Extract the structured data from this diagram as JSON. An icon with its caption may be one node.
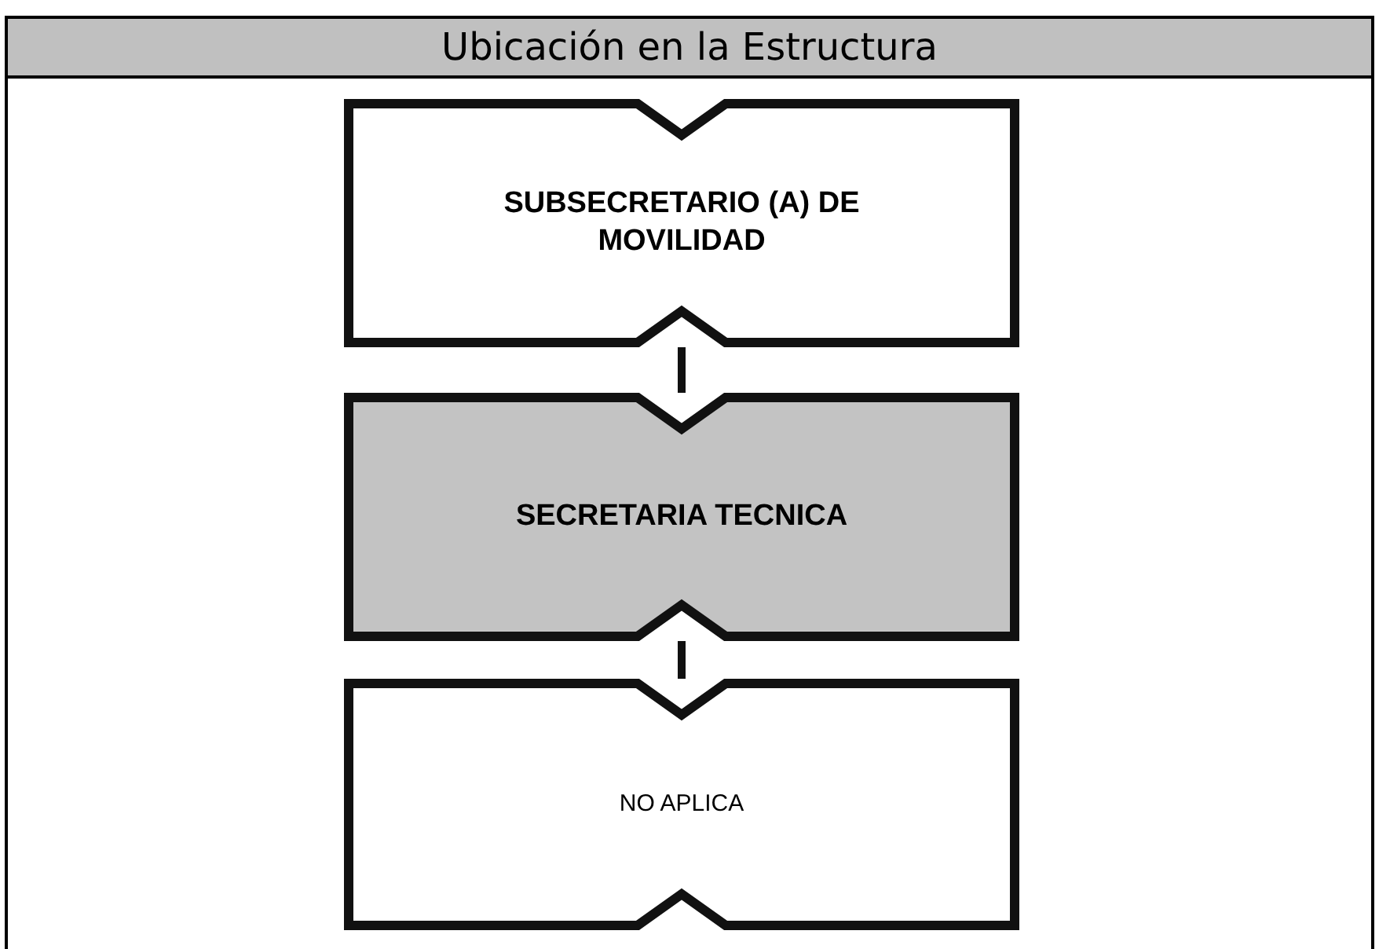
{
  "diagram": {
    "title": "Ubicación en la Estructura",
    "nodes": [
      {
        "text": [
          "SUBSECRETARIO (A) DE MOVILIDAD"
        ]
      },
      {
        "text": [
          "SECRETARIA TECNICA"
        ]
      },
      {
        "text": [
          "NO APLICA"
        ]
      }
    ],
    "edges": [
      {
        "from": 0,
        "to": 1,
        "arrow": "none"
      },
      {
        "from": 1,
        "to": 2,
        "arrow": "none"
      }
    ]
  }
}
